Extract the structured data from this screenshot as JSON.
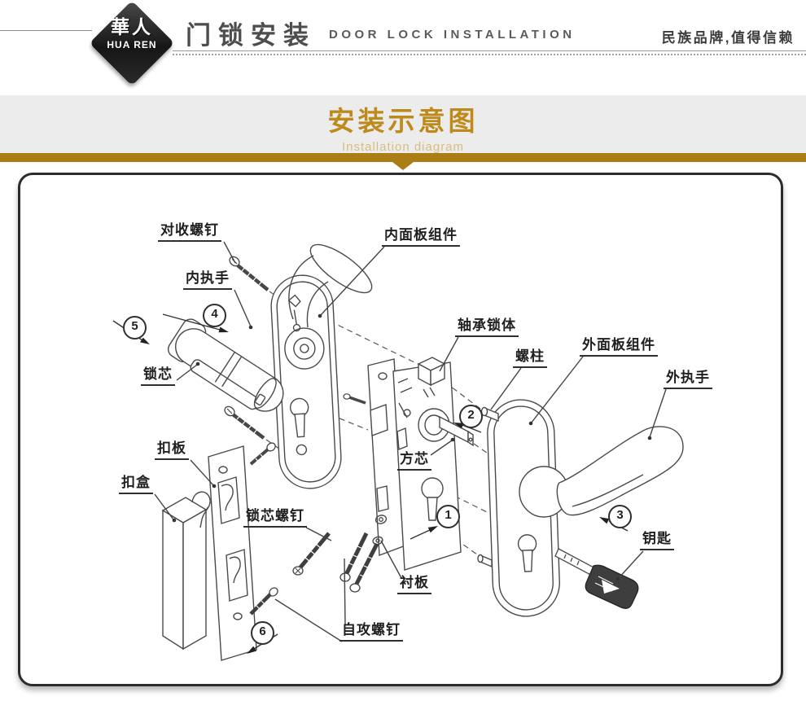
{
  "header": {
    "logo_cn": "華人",
    "logo_en": "HUA REN",
    "title_cn": "门锁安装",
    "title_en": "DOOR LOCK INSTALLATION",
    "slogan": "民族品牌,值得信赖"
  },
  "banner": {
    "title_cn": "安装示意图",
    "title_en": "Installation diagram",
    "band_bg": "#ececec",
    "gold": "#ab7d15",
    "title_color": "#bd8a1b"
  },
  "diagram": {
    "line_color": "#4a4a4a",
    "labels": {
      "counter_screws": "对收螺钉",
      "inner_handle": "内执手",
      "inner_panel": "内面板组件",
      "bearing_lock_body": "轴承锁体",
      "stud": "螺柱",
      "outer_panel": "外面板组件",
      "outer_handle": "外执手",
      "lock_cylinder": "锁芯",
      "square_spindle": "方芯",
      "strike_plate": "扣板",
      "strike_box": "扣盒",
      "cylinder_screws": "锁芯螺钉",
      "liner_plate": "衬板",
      "self_tapping_screws": "自攻螺钉",
      "key": "钥匙"
    },
    "steps": {
      "s1": "1",
      "s2": "2",
      "s3": "3",
      "s4": "4",
      "s5": "5",
      "s6": "6"
    }
  }
}
